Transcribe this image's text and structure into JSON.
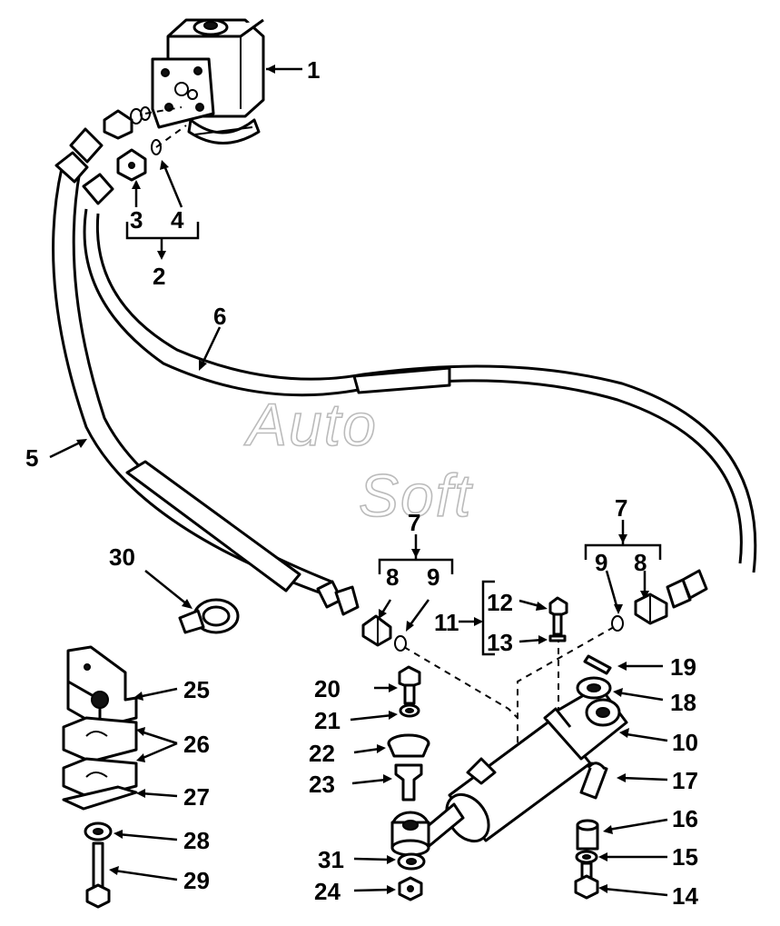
{
  "watermark": "AutoSoft",
  "labels": {
    "p1": "1",
    "p2": "2",
    "p3": "3",
    "p4": "4",
    "p5": "5",
    "p6": "6",
    "p7a": "7",
    "p7b": "7",
    "p8a": "8",
    "p8b": "8",
    "p9a": "9",
    "p9b": "9",
    "p10": "10",
    "p11": "11",
    "p12": "12",
    "p13": "13",
    "p14": "14",
    "p15": "15",
    "p16": "16",
    "p17": "17",
    "p18": "18",
    "p19": "19",
    "p20": "20",
    "p21": "21",
    "p22": "22",
    "p23": "23",
    "p24": "24",
    "p25": "25",
    "p26": "26",
    "p27": "27",
    "p28": "28",
    "p29": "29",
    "p30": "30",
    "p31": "31"
  }
}
